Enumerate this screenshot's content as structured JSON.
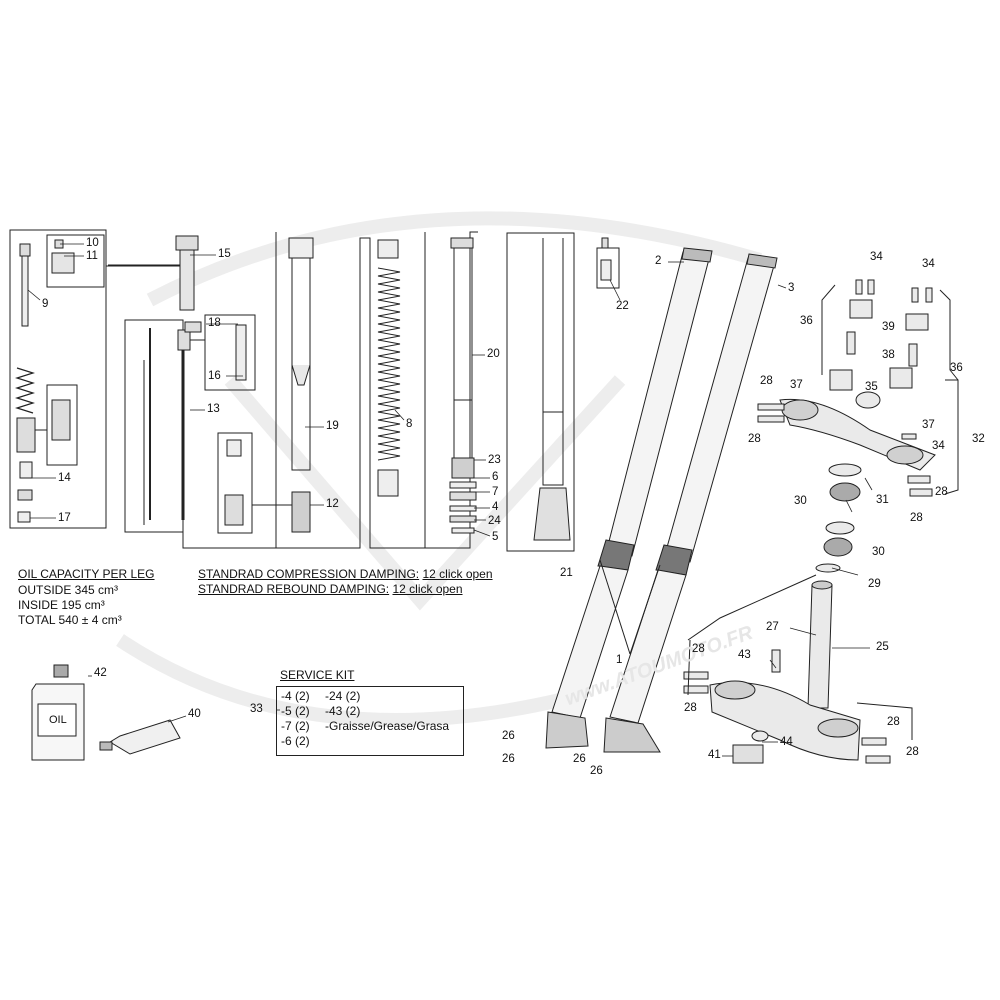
{
  "oil_capacity": {
    "title": "OIL CAPACITY PER LEG",
    "outside": "OUTSIDE 345 cm³",
    "inside": "INSIDE 195 cm³",
    "total": "TOTAL 540 ± 4 cm³"
  },
  "damping": {
    "compression_label": "STANDRAD COMPRESSION DAMPING:",
    "compression_value": "12 click open",
    "rebound_label": "STANDRAD REBOUND DAMPING:",
    "rebound_value": "12 click open"
  },
  "service_kit": {
    "title": "SERVICE KIT",
    "ref": "33",
    "col1": [
      "-4 (2)",
      "-5 (2)",
      "-7 (2)",
      "-6 (2)"
    ],
    "col2": [
      "-24 (2)",
      "-43 (2)",
      "-Graisse/Grease/Grasa"
    ]
  },
  "oil_bottle_label": "OIL",
  "watermark": "www.ATOUMOTO.FR",
  "callouts": {
    "c1": "1",
    "c2": "2",
    "c3": "3",
    "c4": "4",
    "c5": "5",
    "c6": "6",
    "c7": "7",
    "c8": "8",
    "c9": "9",
    "c10": "10",
    "c11": "11",
    "c12": "12",
    "c13": "13",
    "c14": "14",
    "c15": "15",
    "c16": "16",
    "c17": "17",
    "c18": "18",
    "c19": "19",
    "c20": "20",
    "c21": "21",
    "c22": "22",
    "c23": "23",
    "c24": "24",
    "c25": "25",
    "c26": "26",
    "c27": "27",
    "c28": "28",
    "c29": "29",
    "c30": "30",
    "c31": "31",
    "c32": "32",
    "c34": "34",
    "c35": "35",
    "c36": "36",
    "c37": "37",
    "c38": "38",
    "c39": "39",
    "c40": "40",
    "c41": "41",
    "c42": "42",
    "c43": "43",
    "c44": "44"
  },
  "colors": {
    "line": "#222222",
    "part_fill": "#f2f2f2",
    "part_shade": "#9a9a9a",
    "watermark": "#e8e8e8"
  }
}
